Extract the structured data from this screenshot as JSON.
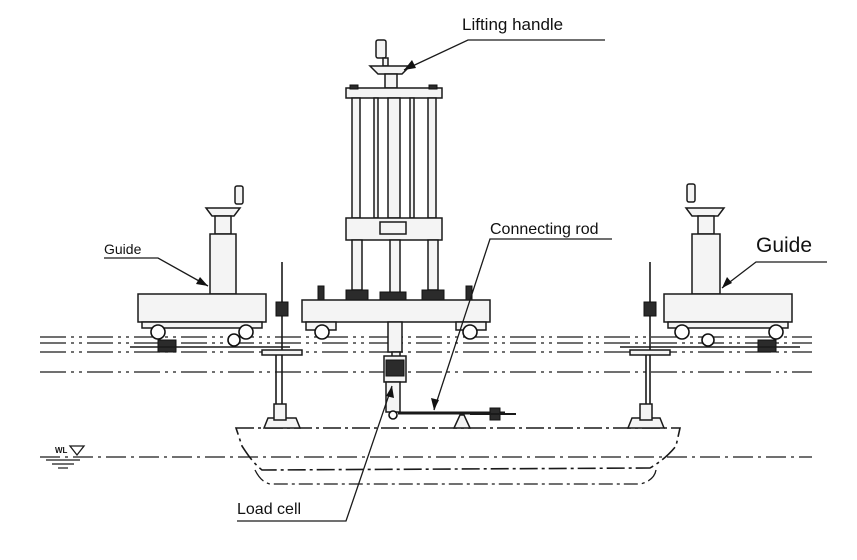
{
  "labels": {
    "lifting_handle": "Lifting handle",
    "connecting_rod": "Connecting rod",
    "guide_left": "Guide",
    "guide_right": "Guide",
    "load_cell": "Load cell",
    "water_level_mark": "WL"
  }
}
